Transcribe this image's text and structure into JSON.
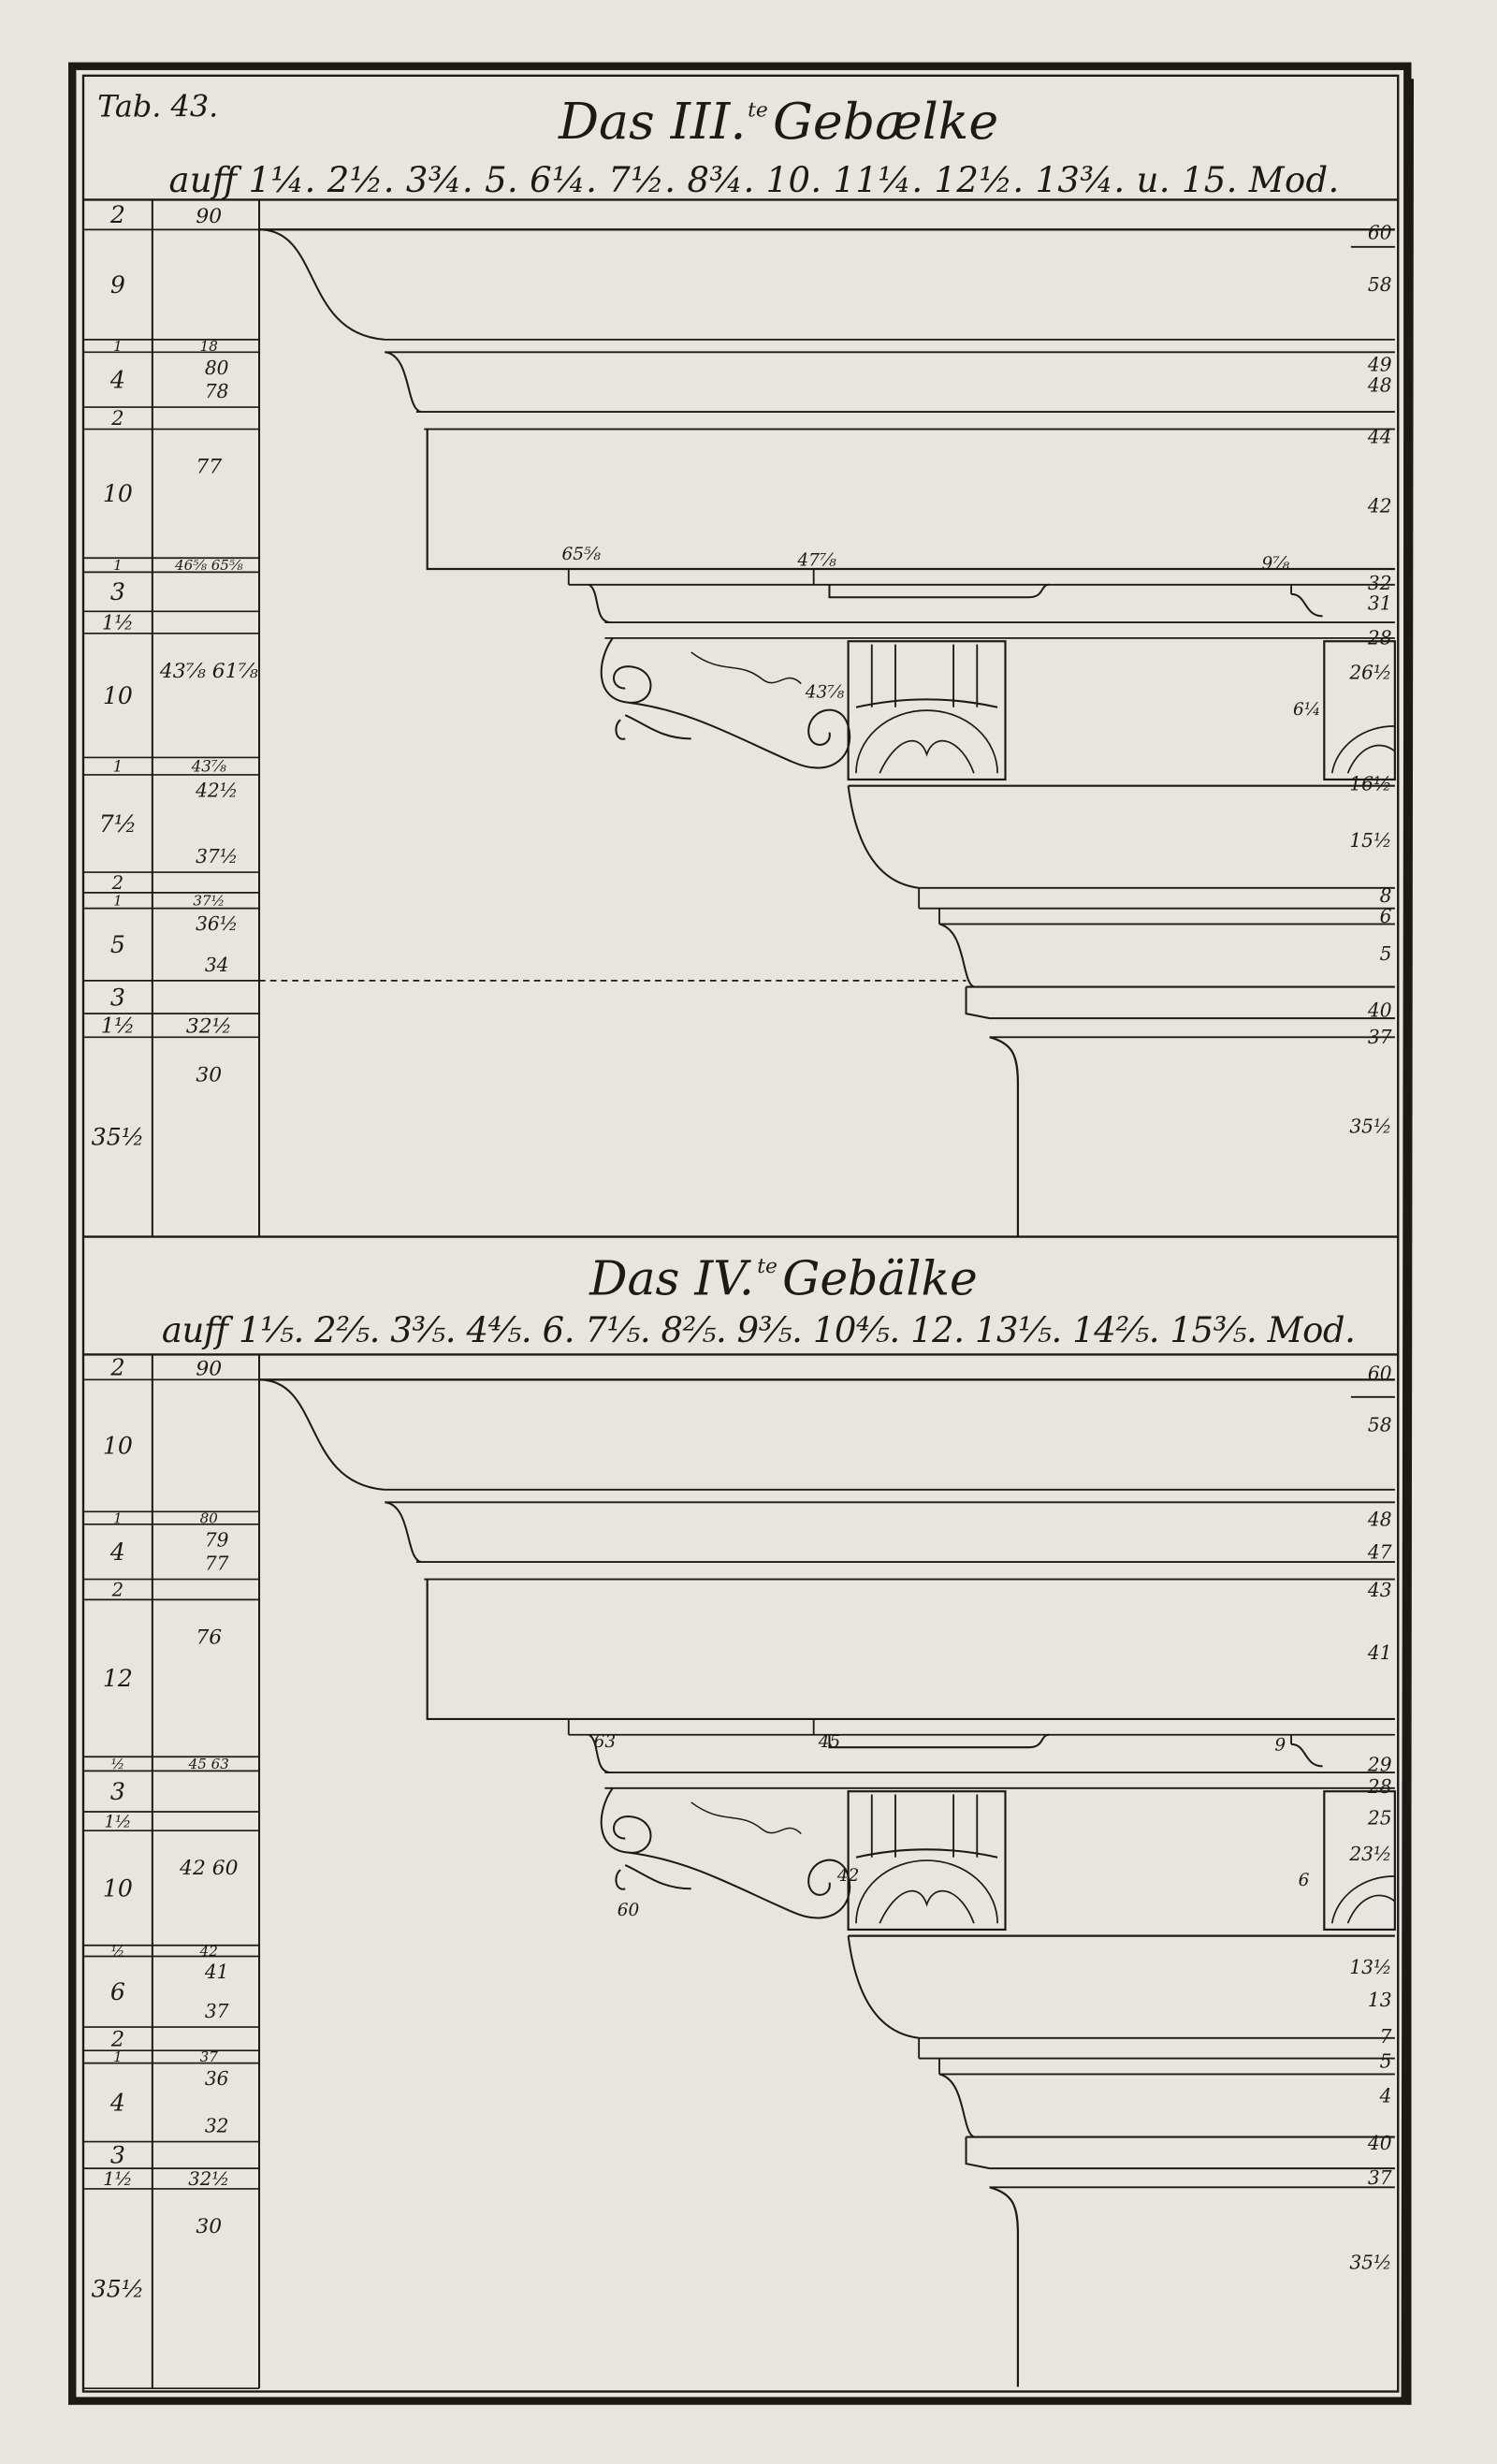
{
  "plate_label": "Tab. 43.",
  "colors": {
    "paper": "#e8e5de",
    "ink": "#1c1a17"
  },
  "sections": [
    {
      "title": "Das III.",
      "title_sup": "te",
      "title_rest": "Gebælke",
      "subtitle": "auff 1¼. 2½. 3¾. 5. 6¼. 7½. 8¾. 10. 11¼. 12½. 13¾. u. 15. Mod.",
      "rows": [
        {
          "a": "2",
          "b": [
            "90"
          ]
        },
        {
          "a": "9",
          "b": []
        },
        {
          "a": "1",
          "b": [
            "18"
          ]
        },
        {
          "a": "4",
          "b": [
            "80",
            "78"
          ]
        },
        {
          "a": "2",
          "b": []
        },
        {
          "a": "10",
          "b": [
            "77"
          ]
        },
        {
          "a": "1",
          "b": [
            "46⅝ 65⅝"
          ]
        },
        {
          "a": "3",
          "b": []
        },
        {
          "a": "1½",
          "b": []
        },
        {
          "a": "10",
          "b": [
            "43⅞ 61⅞"
          ]
        },
        {
          "a": "1",
          "b": [
            "43⅞"
          ]
        },
        {
          "a": "7½",
          "b": [
            "42½",
            "37½"
          ]
        },
        {
          "a": "2",
          "b": []
        },
        {
          "a": "1",
          "b": [
            "37½"
          ]
        },
        {
          "a": "5",
          "b": [
            "36½",
            "34"
          ]
        },
        {
          "a": "3",
          "b": []
        },
        {
          "a": "1½",
          "b": [
            "32½"
          ]
        },
        {
          "a": "35½",
          "b": [
            "30"
          ]
        }
      ],
      "right_labels": [
        "60",
        "58",
        "49",
        "48",
        "44",
        "42",
        "32",
        "31",
        "28",
        "26½",
        "16½",
        "15½",
        "8",
        "6",
        "5",
        "40",
        "37",
        "35½"
      ],
      "inner_labels": [
        "65⅝",
        "47⅞",
        "9⅞",
        "43⅞",
        "6¼"
      ]
    },
    {
      "title": "Das IV.",
      "title_sup": "te",
      "title_rest": "Gebälke",
      "subtitle": "auff 1⅕. 2⅖. 3⅗. 4⅘. 6. 7⅕. 8⅖. 9⅗. 10⅘. 12. 13⅕. 14⅖. 15⅗. Mod.",
      "rows": [
        {
          "a": "2",
          "b": [
            "90"
          ]
        },
        {
          "a": "10",
          "b": []
        },
        {
          "a": "1",
          "b": [
            "80"
          ]
        },
        {
          "a": "4",
          "b": [
            "79",
            "77"
          ]
        },
        {
          "a": "2",
          "b": []
        },
        {
          "a": "12",
          "b": [
            "76"
          ]
        },
        {
          "a": "½",
          "b": [
            "45   63"
          ]
        },
        {
          "a": "3",
          "b": []
        },
        {
          "a": "1½",
          "b": []
        },
        {
          "a": "10",
          "b": [
            "42   60"
          ]
        },
        {
          "a": "½",
          "b": [
            "42"
          ]
        },
        {
          "a": "6",
          "b": [
            "41",
            "37"
          ]
        },
        {
          "a": "2",
          "b": []
        },
        {
          "a": "1",
          "b": [
            "37"
          ]
        },
        {
          "a": "4",
          "b": [
            "36",
            "32"
          ]
        },
        {
          "a": "3",
          "b": []
        },
        {
          "a": "1½",
          "b": [
            "32½"
          ]
        },
        {
          "a": "35½",
          "b": [
            "30"
          ]
        }
      ],
      "right_labels": [
        "60",
        "58",
        "48",
        "47",
        "43",
        "41",
        "29",
        "28",
        "25",
        "23½",
        "13½",
        "13",
        "7",
        "5",
        "4",
        "40",
        "37",
        "35½"
      ],
      "inner_labels": [
        "63",
        "45",
        "9",
        "42",
        "6",
        "60"
      ]
    }
  ]
}
